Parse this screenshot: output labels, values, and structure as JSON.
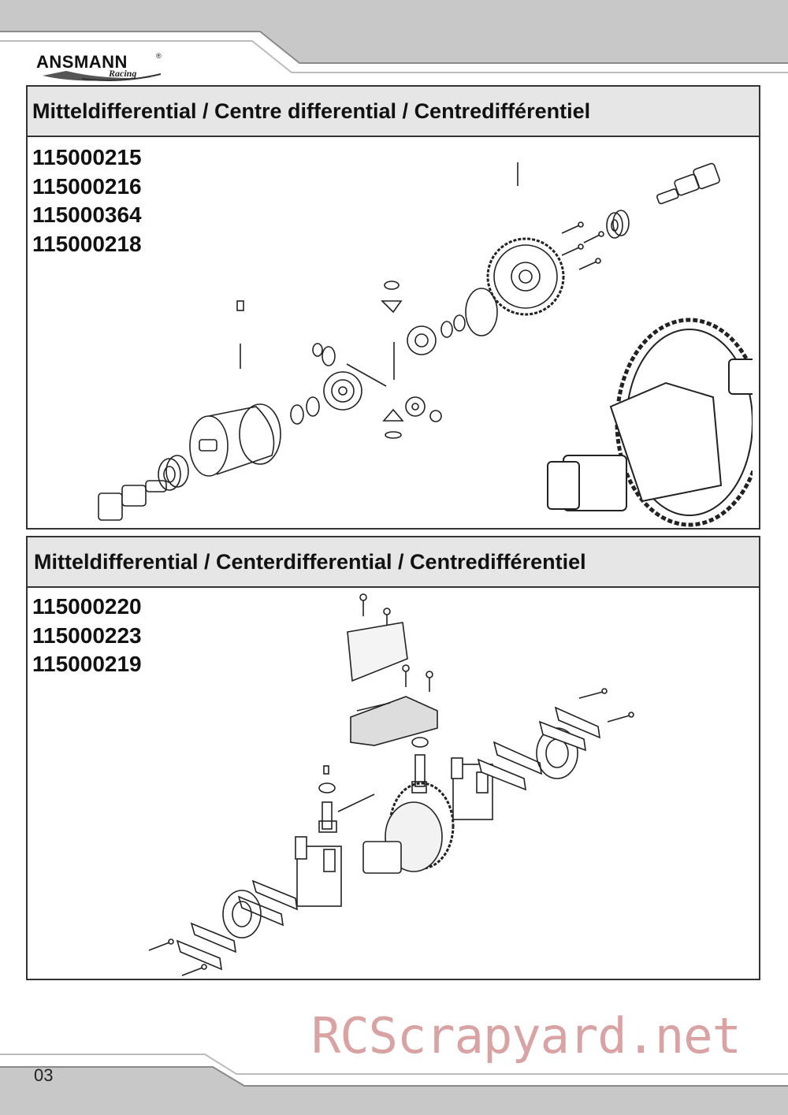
{
  "brand": {
    "logo_main": "ANSMANN",
    "logo_sub": "Racing",
    "registered_mark": "®"
  },
  "section1": {
    "title": "Mitteldifferential / Centre differential / Centredifférentiel",
    "part_numbers": [
      "115000215",
      "115000216",
      "115000364",
      "115000218"
    ]
  },
  "section2": {
    "title": "Mitteldifferential / Centerdifferential / Centredifférentiel",
    "part_numbers": [
      "115000220",
      "115000223",
      "115000219"
    ]
  },
  "footer": {
    "page_number": "03",
    "watermark": "RCScrapyard.net"
  },
  "colors": {
    "band_gray": "#c8c8c8",
    "header_fill": "#e6e6e6",
    "watermark": "#d9a3a3"
  }
}
